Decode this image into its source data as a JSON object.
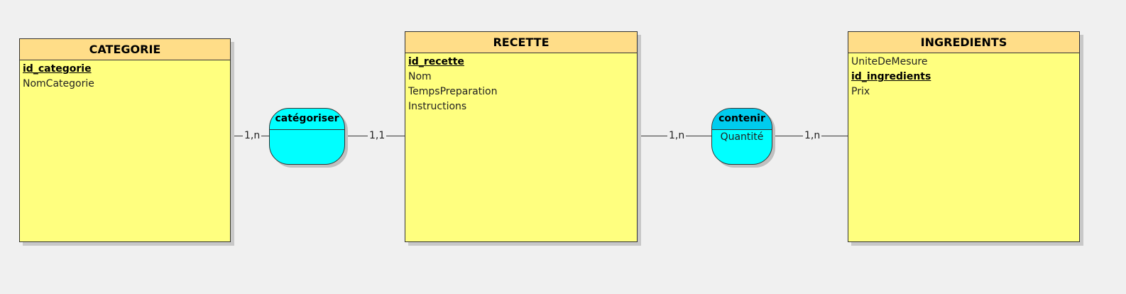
{
  "entities": {
    "categorie": {
      "title": "CATEGORIE",
      "attributes": [
        {
          "name": "id_categorie",
          "key": true
        },
        {
          "name": "NomCategorie",
          "key": false
        }
      ]
    },
    "recette": {
      "title": "RECETTE",
      "attributes": [
        {
          "name": "id_recette",
          "key": true
        },
        {
          "name": "Nom",
          "key": false
        },
        {
          "name": "TempsPreparation",
          "key": false
        },
        {
          "name": "Instructions",
          "key": false
        }
      ]
    },
    "ingredients": {
      "title": "INGREDIENTS",
      "attributes": [
        {
          "name": "UniteDeMesure",
          "key": false
        },
        {
          "name": "id_ingredients",
          "key": true
        },
        {
          "name": "Prix",
          "key": false
        }
      ]
    }
  },
  "relations": {
    "categoriser": {
      "title": "catégoriser",
      "attributes": []
    },
    "contenir": {
      "title": "contenir",
      "attributes": [
        "Quantité"
      ]
    }
  },
  "cardinalities": {
    "categorie_categoriser": "1,n",
    "categoriser_recette": "1,1",
    "recette_contenir": "1,n",
    "contenir_ingredients": "1,n"
  },
  "colors": {
    "entity_body": "#ffff7f",
    "entity_header": "#ffdd88",
    "relation_body": "#00ffff",
    "background": "#f0f0f0"
  }
}
